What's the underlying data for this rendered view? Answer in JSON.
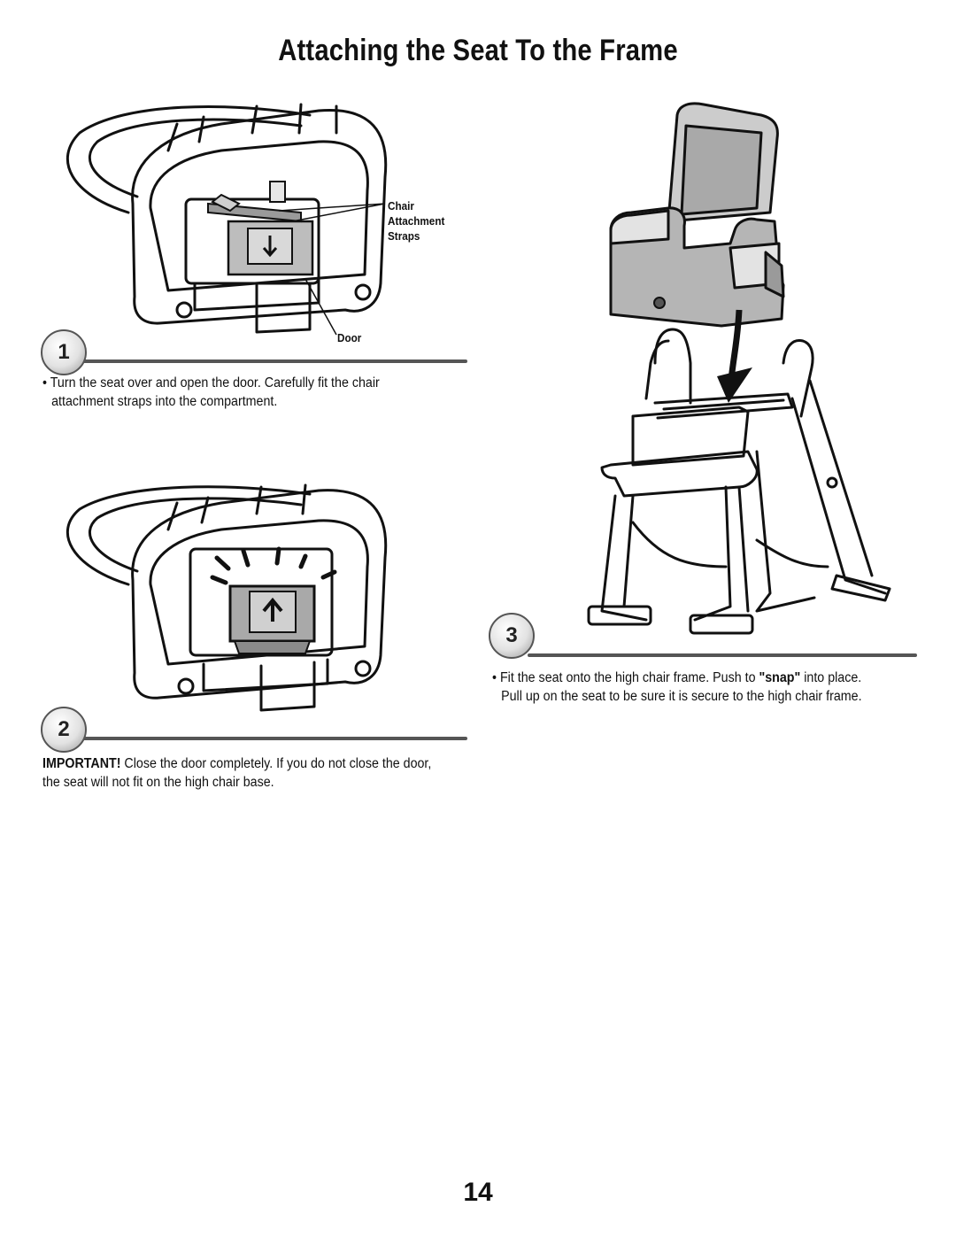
{
  "title": "Attaching the Seat To the Frame",
  "step1": {
    "number": "1",
    "callout_straps_line1": "Chair",
    "callout_straps_line2": "Attachment",
    "callout_straps_line3": "Straps",
    "callout_door": "Door",
    "bullet": "•",
    "text_line1": "Turn the seat over and open the door. Carefully fit the chair",
    "text_line2": "attachment straps into the compartment."
  },
  "step2": {
    "number": "2",
    "important_label": "IMPORTANT!",
    "text_line1_rest": " Close the door completely. If you do not close the door,",
    "text_line2": "the seat will not fit on the high chair base."
  },
  "step3": {
    "number": "3",
    "bullet": "•",
    "text_line1_before": "Fit the seat onto the high chair frame. Push to ",
    "text_line1_snap": "\"snap\"",
    "text_line1_after": " into place.",
    "text_line2": "Pull up on the seat to be sure it is secure to the high chair frame."
  },
  "page_number": "14"
}
